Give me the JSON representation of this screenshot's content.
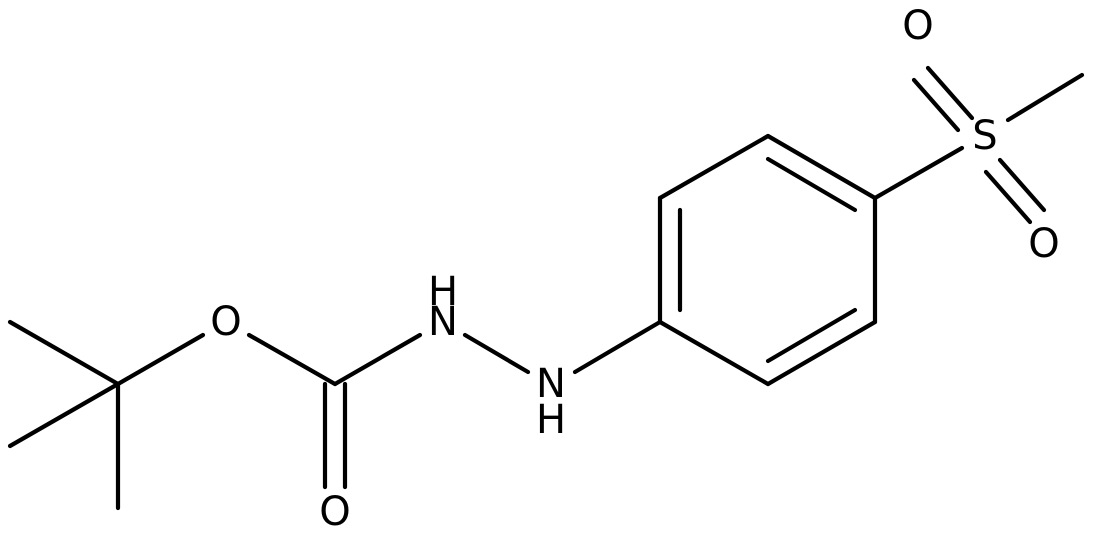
{
  "atoms": {
    "o_ester": "O",
    "o_carbonyl": "O",
    "n1": "N",
    "n1_h": "H",
    "n2": "N",
    "n2_h": "H",
    "s": "S",
    "o_sulfonyl_top": "O",
    "o_sulfonyl_bottom": "O"
  },
  "colors": {
    "bonds": "#000000",
    "labels": "#000000",
    "background": "#ffffff"
  }
}
